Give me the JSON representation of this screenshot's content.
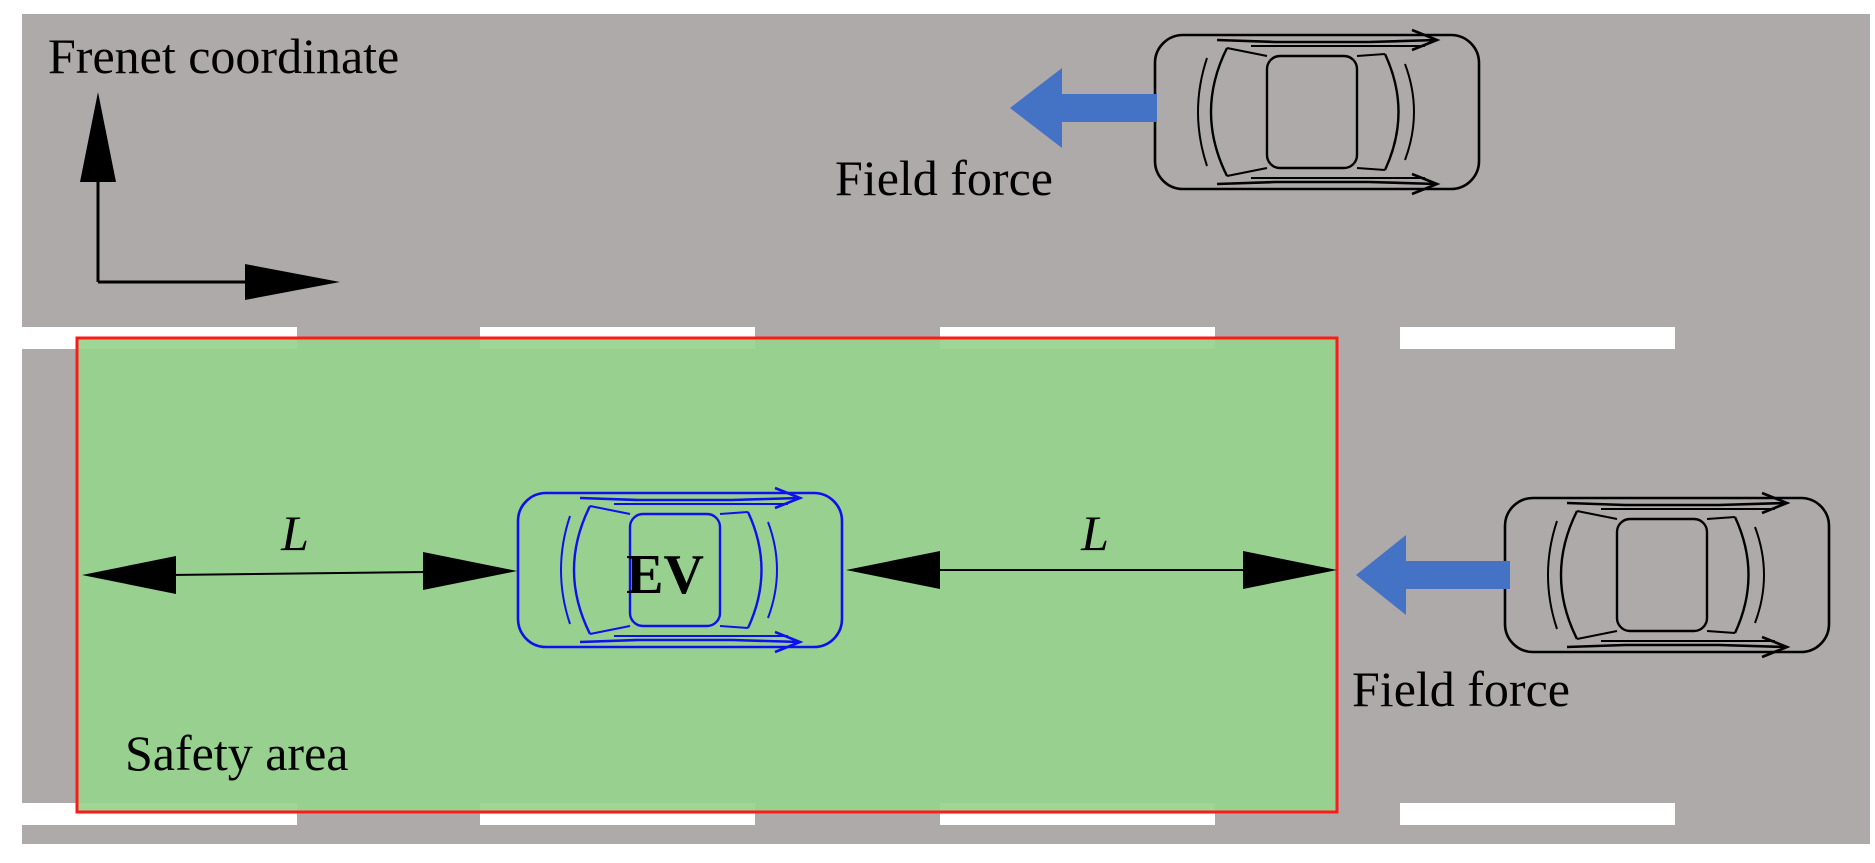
{
  "diagram": {
    "coordinate_label": "Frenet coordinate",
    "field_force_label_top": "Field force",
    "field_force_label_right": "Field force",
    "ego_vehicle_label": "EV",
    "distance_label_left": "L",
    "distance_label_right": "L",
    "safety_area_label": "Safety area"
  },
  "colors": {
    "road": "#aeaaa9",
    "lane_marking": "#ffffff",
    "safety_area_fill": "#97d38e",
    "safety_area_border": "#ff1a1a",
    "ego_vehicle": "#1010ee",
    "other_vehicle": "#000000",
    "force_arrow": "#4472c4",
    "axes": "#000000"
  },
  "icons": {
    "ego_vehicle": "car-top-view-icon",
    "other_vehicle": "car-top-view-icon",
    "force": "arrow-left-icon"
  }
}
